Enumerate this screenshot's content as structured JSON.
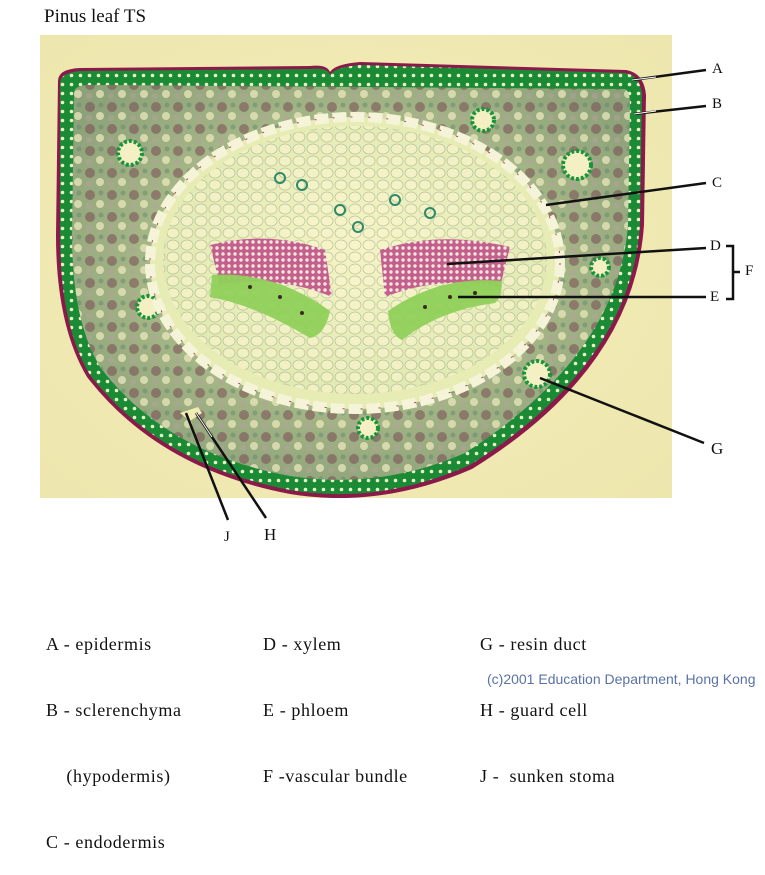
{
  "title": "Pinus leaf TS",
  "figure": {
    "subject": "Pinus leaf transverse section micrograph",
    "background_color": "#f2ecb4",
    "stain_colors": {
      "epidermis": "#8b1a4a",
      "sclerenchyma": "#1f8f3a",
      "xylem": "#b0407a",
      "phloem": "#8fd05a",
      "mesophyll": "#7a4a4a"
    }
  },
  "labels": {
    "A": "A",
    "B": "B",
    "C": "C",
    "D": "D",
    "E": "E",
    "F": "F",
    "G": "G",
    "H": "H",
    "J": "J"
  },
  "legend": {
    "col1": [
      "A - epidermis",
      "B - sclerenchyma",
      "    (hypodermis)",
      "C - endodermis"
    ],
    "col2": [
      "D - xylem",
      "E - phloem",
      "F -vascular bundle"
    ],
    "col3": [
      "G - resin duct",
      "H - guard cell",
      "J -  sunken stoma"
    ]
  },
  "credit": "(c)2001 Education Department, Hong Kong"
}
